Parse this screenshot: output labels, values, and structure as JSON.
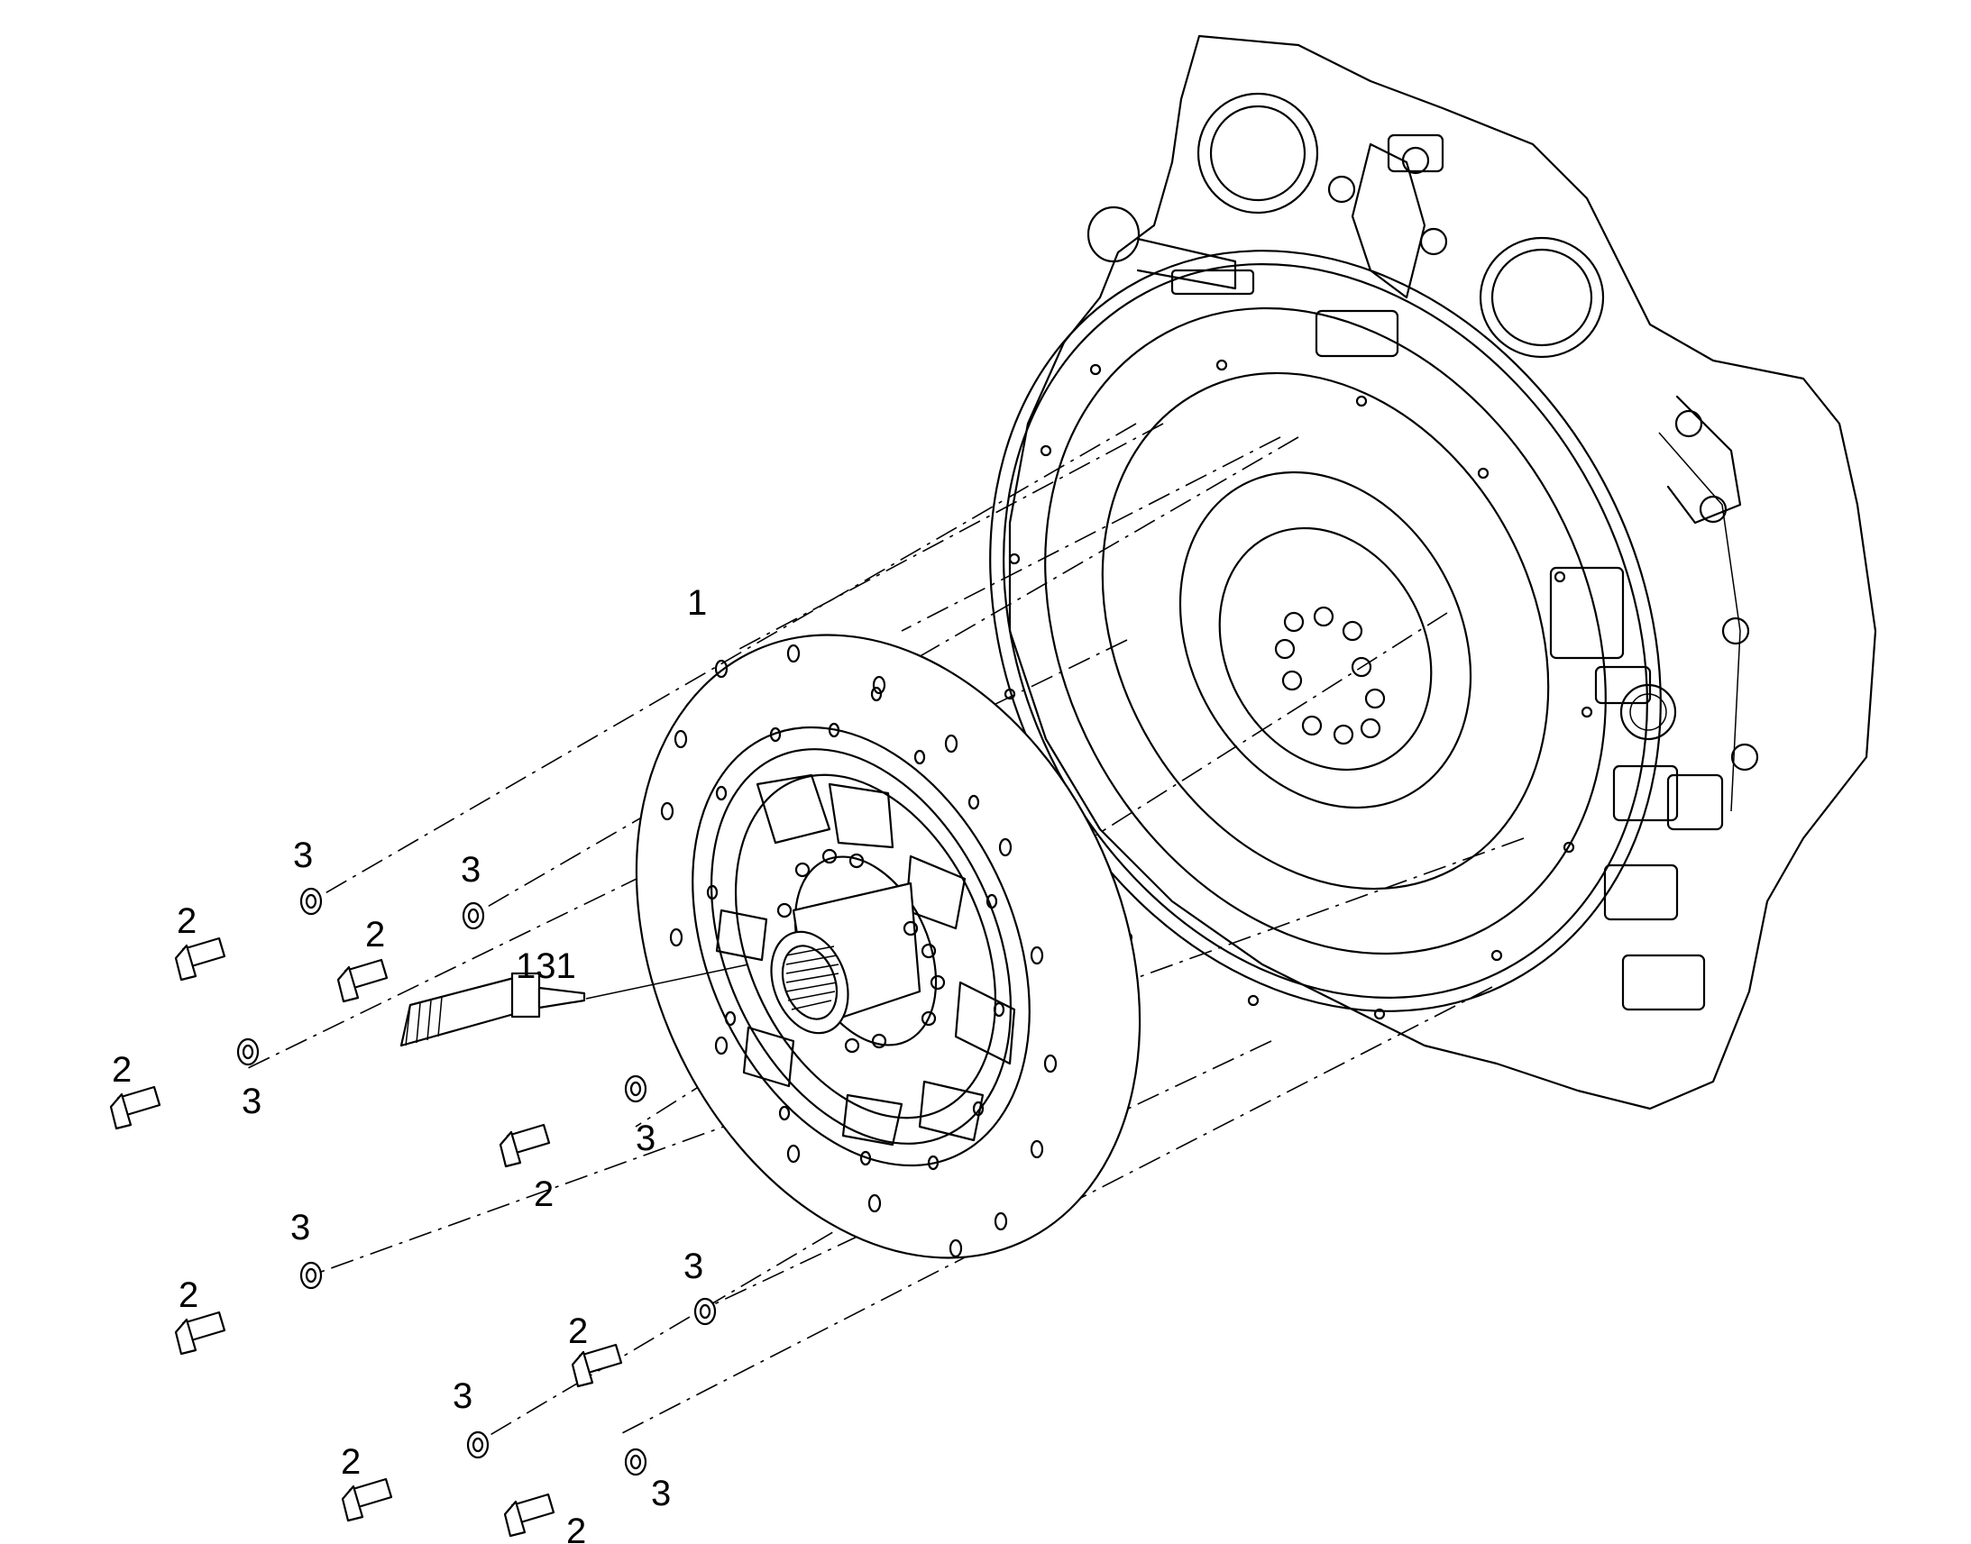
{
  "parts": [
    {
      "id": "disc",
      "label": "1"
    },
    {
      "id": "sealant",
      "label": "131"
    }
  ],
  "callouts": [
    {
      "part": "washer",
      "label": "3"
    },
    {
      "part": "bolt",
      "label": "2"
    },
    {
      "part": "washer",
      "label": "3"
    },
    {
      "part": "bolt",
      "label": "2"
    },
    {
      "part": "bolt",
      "label": "2"
    },
    {
      "part": "washer",
      "label": "3"
    },
    {
      "part": "washer",
      "label": "3"
    },
    {
      "part": "bolt",
      "label": "2"
    },
    {
      "part": "washer",
      "label": "3"
    },
    {
      "part": "bolt",
      "label": "2"
    },
    {
      "part": "washer",
      "label": "3"
    },
    {
      "part": "bolt",
      "label": "2"
    },
    {
      "part": "washer",
      "label": "3"
    },
    {
      "part": "bolt",
      "label": "2"
    },
    {
      "part": "washer",
      "label": "3"
    },
    {
      "part": "bolt",
      "label": "2"
    }
  ]
}
